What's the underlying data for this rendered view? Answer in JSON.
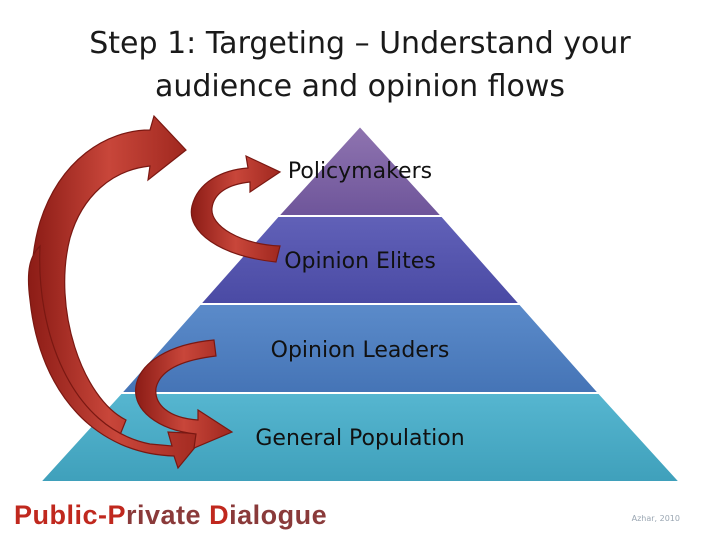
{
  "title": {
    "line1": "Step 1: Targeting – Understand your",
    "line2": "audience and opinion flows"
  },
  "pyramid": {
    "tiers": [
      {
        "label": "Policymakers",
        "color": "#8064a2"
      },
      {
        "label": "Opinion Elites",
        "color": "#5555b0"
      },
      {
        "label": "Opinion Leaders",
        "color": "#4f7fc0"
      },
      {
        "label": "General Population",
        "color": "#4bacc6"
      }
    ]
  },
  "arrows": {
    "color": "#b83228",
    "icons": [
      "curved-arrow-up-icon",
      "curved-arrow-down-icon"
    ]
  },
  "footer": {
    "logo_lead": "Public-P",
    "logo_mid": "rivate ",
    "logo_lead2": "D",
    "logo_tail": "ialogue",
    "credit": "Azhar, 2010"
  }
}
